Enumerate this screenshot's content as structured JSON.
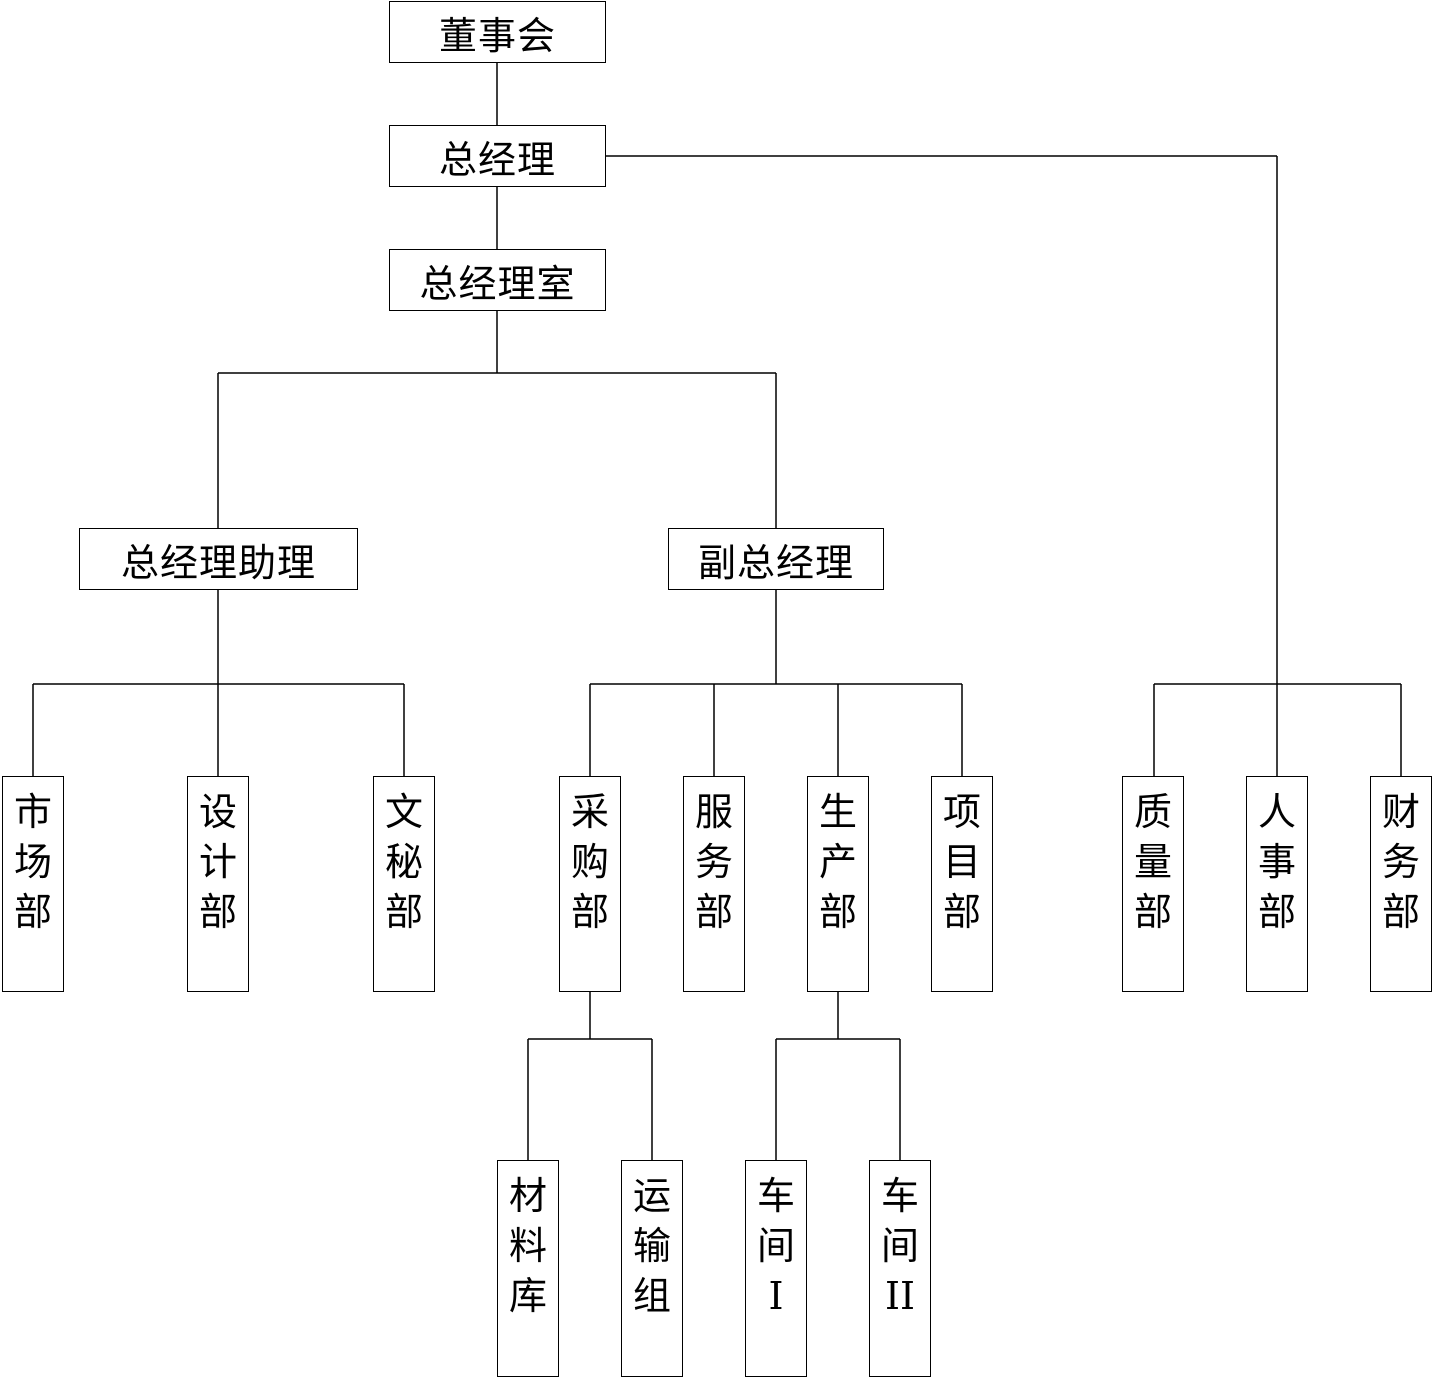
{
  "nodes": {
    "board": "董事会",
    "gm": "总经理",
    "gm_office": "总经理室",
    "gm_assistant": "总经理助理",
    "deputy_gm": "副总经理",
    "marketing": [
      "市",
      "场",
      "部"
    ],
    "design": [
      "设",
      "计",
      "部"
    ],
    "secretarial": [
      "文",
      "秘",
      "部"
    ],
    "procurement": [
      "采",
      "购",
      "部"
    ],
    "service": [
      "服",
      "务",
      "部"
    ],
    "production": [
      "生",
      "产",
      "部"
    ],
    "project": [
      "项",
      "目",
      "部"
    ],
    "quality": [
      "质",
      "量",
      "部"
    ],
    "hr": [
      "人",
      "事",
      "部"
    ],
    "finance": [
      "财",
      "务",
      "部"
    ],
    "materials": [
      "材",
      "料",
      "库"
    ],
    "transport": [
      "运",
      "输",
      "组"
    ],
    "workshop1": [
      "车",
      "间",
      "I"
    ],
    "workshop2": [
      "车",
      "间",
      "II"
    ]
  }
}
